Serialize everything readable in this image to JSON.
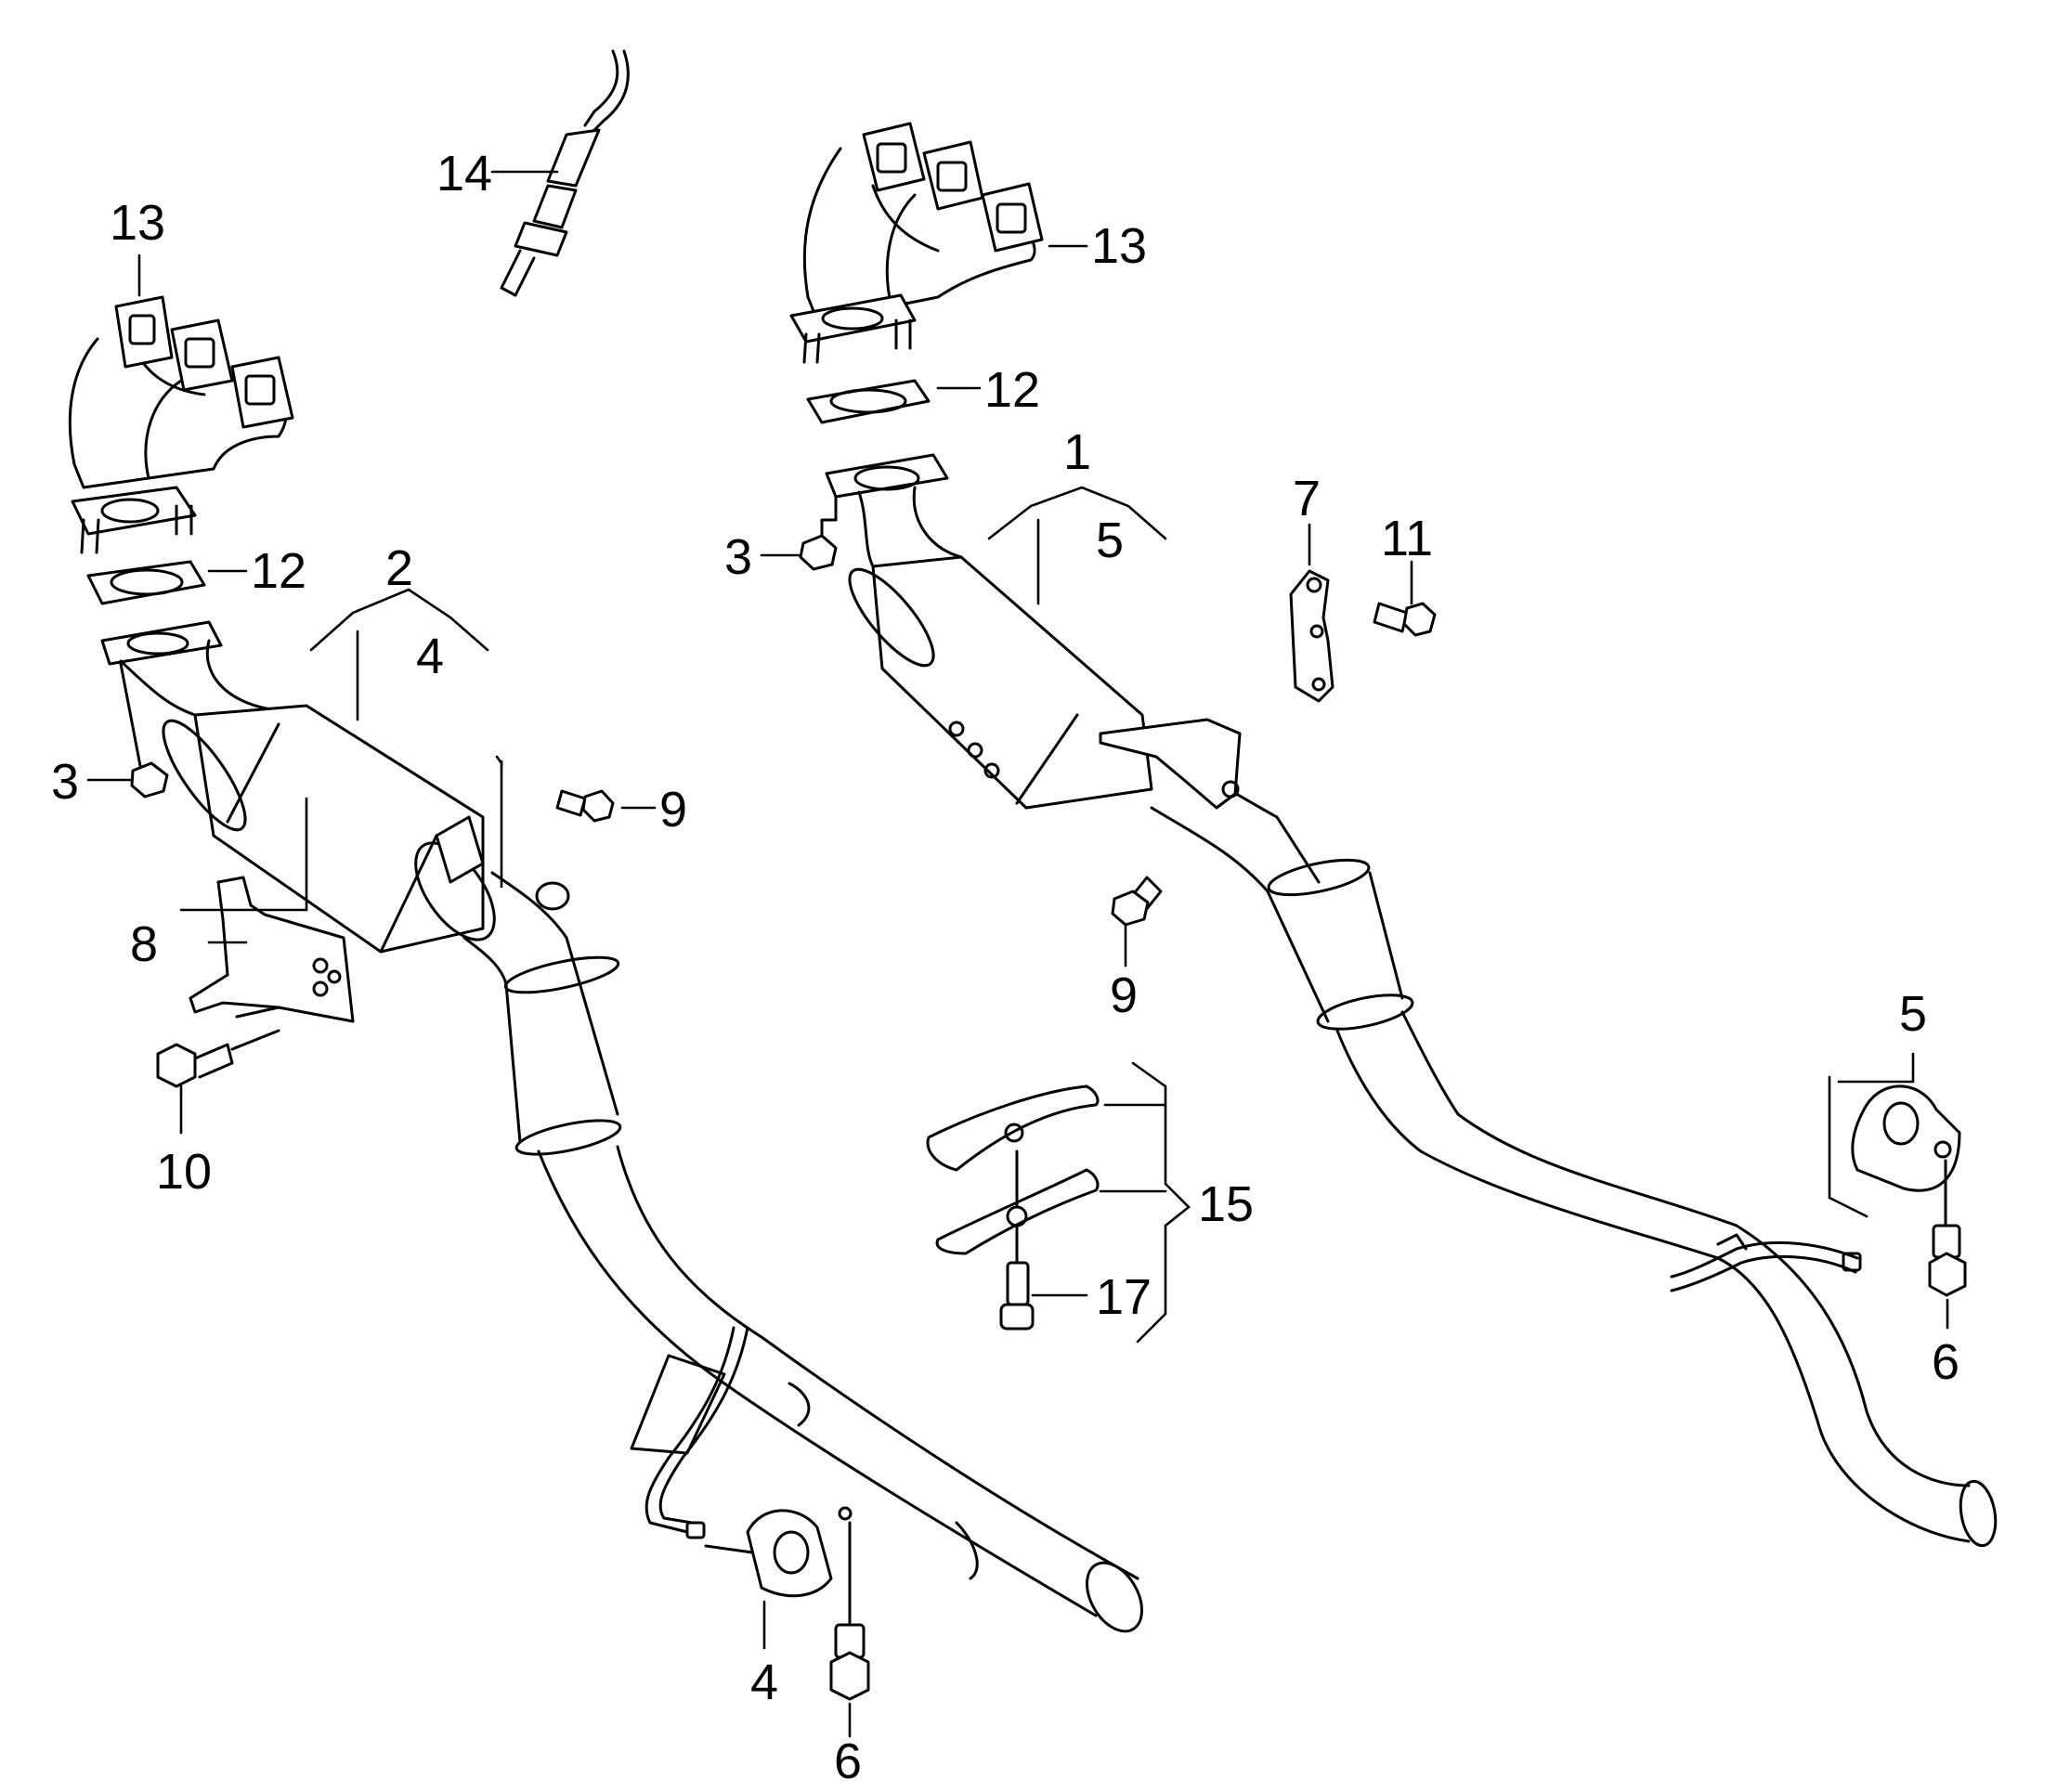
{
  "diagram": {
    "callouts": {
      "c1": "1",
      "c2": "2",
      "c3_left": "3",
      "c3_right": "3",
      "c4_upper": "4",
      "c4_lower": "4",
      "c5_upper": "5",
      "c5_lower": "5",
      "c6_left": "6",
      "c6_right": "6",
      "c7": "7",
      "c8": "8",
      "c9_left": "9",
      "c9_right": "9",
      "c10": "10",
      "c11": "11",
      "c12_left": "12",
      "c12_right": "12",
      "c13_left": "13",
      "c13_right": "13",
      "c14": "14",
      "c15": "15",
      "c17": "17"
    }
  }
}
